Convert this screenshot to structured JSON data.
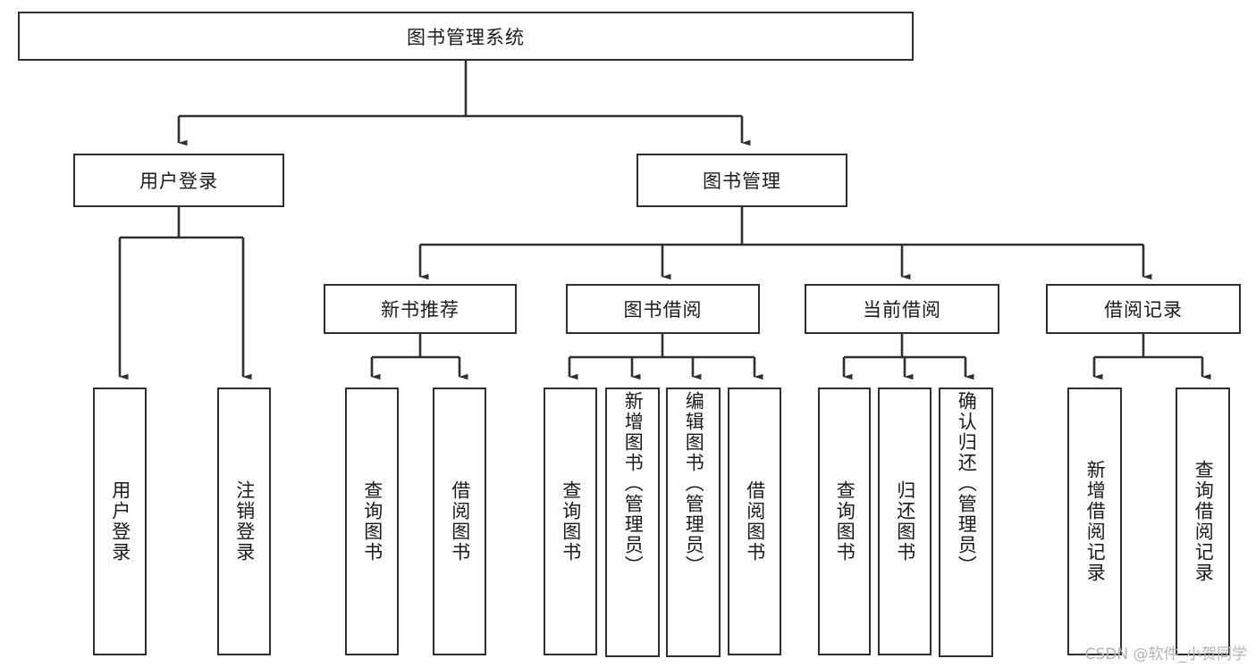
{
  "diagram": {
    "title": "图书管理系统",
    "type": "tree-hierarchy",
    "watermark": "CSDN @软件_小贺同学",
    "colors": {
      "stroke": "#2f2f2f",
      "fill": "#ffffff",
      "text": "#1a1a1a",
      "watermark": "#b4b4b4"
    },
    "root": {
      "label": "图书管理系统"
    },
    "level1": [
      {
        "label": "用户登录"
      },
      {
        "label": "图书管理"
      }
    ],
    "level2": [
      {
        "label": "新书推荐"
      },
      {
        "label": "图书借阅"
      },
      {
        "label": "当前借阅"
      },
      {
        "label": "借阅记录"
      }
    ],
    "leaves": {
      "user_login": [
        {
          "label": "用户登录"
        },
        {
          "label": "注销登录"
        }
      ],
      "new_book_recommend": [
        {
          "label": "查询图书"
        },
        {
          "label": "借阅图书"
        }
      ],
      "book_borrow": [
        {
          "label": "查询图书"
        },
        {
          "label": "新增图书（管理员）"
        },
        {
          "label": "编辑图书（管理员）"
        },
        {
          "label": "借阅图书"
        }
      ],
      "current_borrow": [
        {
          "label": "查询图书"
        },
        {
          "label": "归还图书"
        },
        {
          "label": "确认归还（管理员）"
        }
      ],
      "borrow_record": [
        {
          "label": "新增借阅记录"
        },
        {
          "label": "查询借阅记录"
        }
      ]
    }
  }
}
